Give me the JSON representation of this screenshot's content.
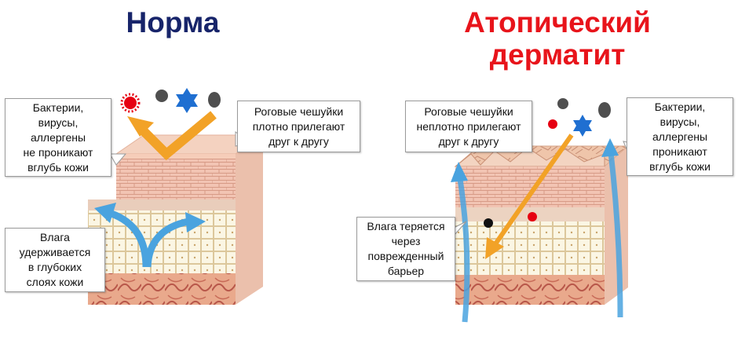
{
  "left_panel": {
    "title": "Норма",
    "title_color": "#17246a",
    "callouts": {
      "barrier": "Бактерии,\nвирусы,\nаллергены\nне проникают\nвглубь кожи",
      "scales": "Роговые чешуйки\nплотно прилегают\nдруг к другу",
      "moisture": "Влага\nудерживается\nв глубоких\nслоях кожи"
    }
  },
  "right_panel": {
    "title": "Атопический\nдерматит",
    "title_color": "#e8141b",
    "callouts": {
      "scales": "Роговые чешуйки\nнеплотно прилегают\nдруг к другу",
      "barrier": "Бактерии,\nвирусы,\nаллергены\nпроникают\nвглубь кожи",
      "moisture": "Влага теряется\nчерез\nповрежденный\nбарьер"
    }
  },
  "colors": {
    "arrow_orange": "#f2a227",
    "arrow_blue": "#4aa3df",
    "bacteria_red": "#e60012",
    "virus_gray": "#4f4f4f",
    "allergen_blue": "#1f6fd1"
  }
}
